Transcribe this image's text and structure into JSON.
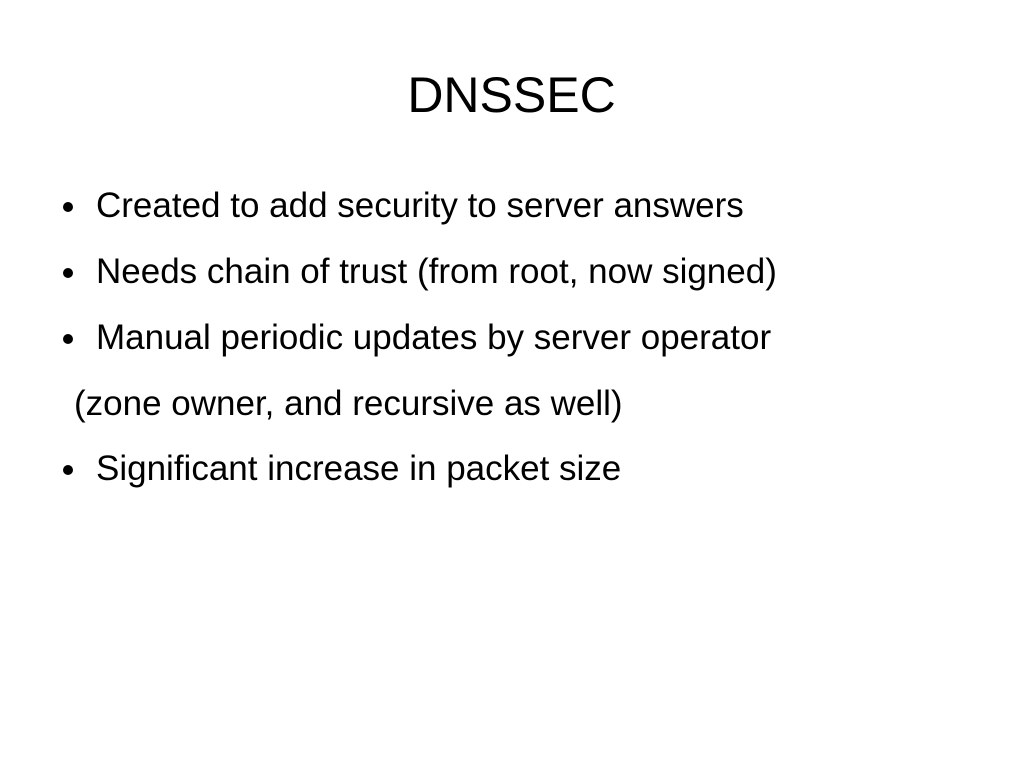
{
  "slide": {
    "title": "DNSSEC",
    "bullets": [
      {
        "text": "Created to add security to server answers"
      },
      {
        "text": "Needs chain of trust (from root, now signed)"
      },
      {
        "text": "Manual periodic updates by server operator",
        "continuation": "(zone owner, and recursive as well)"
      },
      {
        "text": "Significant increase in packet size"
      }
    ]
  },
  "colors": {
    "background": "#ffffff",
    "text": "#000000"
  },
  "icons": {
    "bullet": "bullet-dot-icon"
  }
}
